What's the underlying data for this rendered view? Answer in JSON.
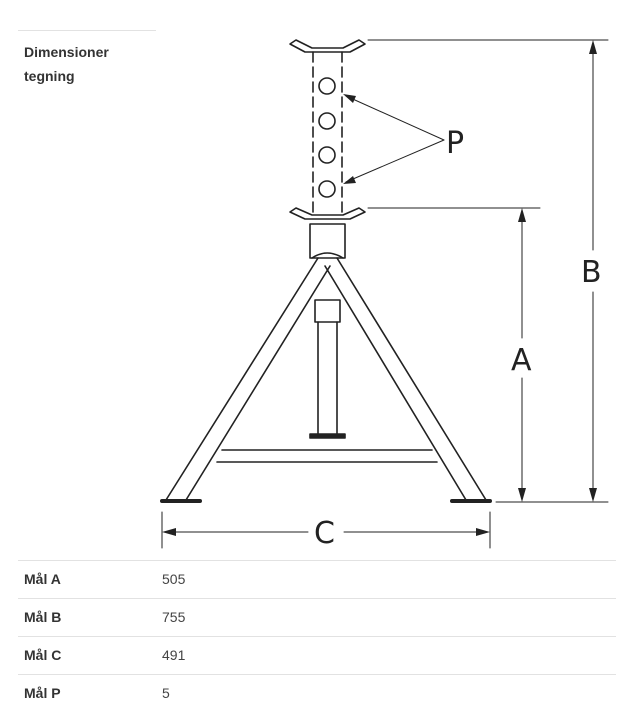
{
  "section": {
    "label": "Dimensioner tegning"
  },
  "diagram": {
    "subject": "axle stand",
    "dimension_labels": {
      "a": "A",
      "b": "B",
      "c": "C",
      "p": "P"
    },
    "pin_hole_count": 4
  },
  "specs": [
    {
      "label": "Mål A",
      "value": "505"
    },
    {
      "label": "Mål B",
      "value": "755"
    },
    {
      "label": "Mål C",
      "value": "491"
    },
    {
      "label": "Mål P",
      "value": "5"
    }
  ],
  "colors": {
    "line": "#222222",
    "rule": "#e2e2e2"
  }
}
